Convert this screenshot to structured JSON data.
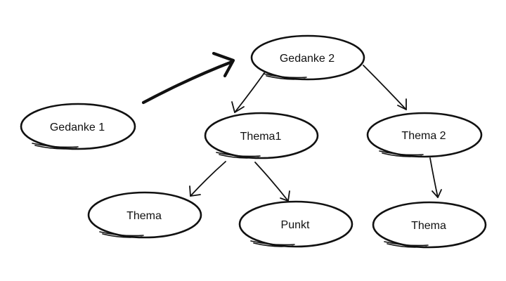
{
  "diagram": {
    "nodes": [
      {
        "id": "gedanke-1",
        "label": "Gedanke 1"
      },
      {
        "id": "gedanke-2",
        "label": "Gedanke 2"
      },
      {
        "id": "thema-1",
        "label": "Thema1"
      },
      {
        "id": "thema-2",
        "label": "Thema 2"
      },
      {
        "id": "thema-left",
        "label": "Thema"
      },
      {
        "id": "punkt",
        "label": "Punkt"
      },
      {
        "id": "thema-right",
        "label": "Thema"
      }
    ],
    "edges": [
      {
        "from": "gedanke-1",
        "to": "gedanke-2"
      },
      {
        "from": "gedanke-2",
        "to": "thema-1"
      },
      {
        "from": "gedanke-2",
        "to": "thema-2"
      },
      {
        "from": "thema-1",
        "to": "thema-left"
      },
      {
        "from": "thema-1",
        "to": "punkt"
      },
      {
        "from": "thema-2",
        "to": "thema-right"
      }
    ],
    "colors": {
      "ink": "#111111",
      "background": "#ffffff"
    }
  }
}
